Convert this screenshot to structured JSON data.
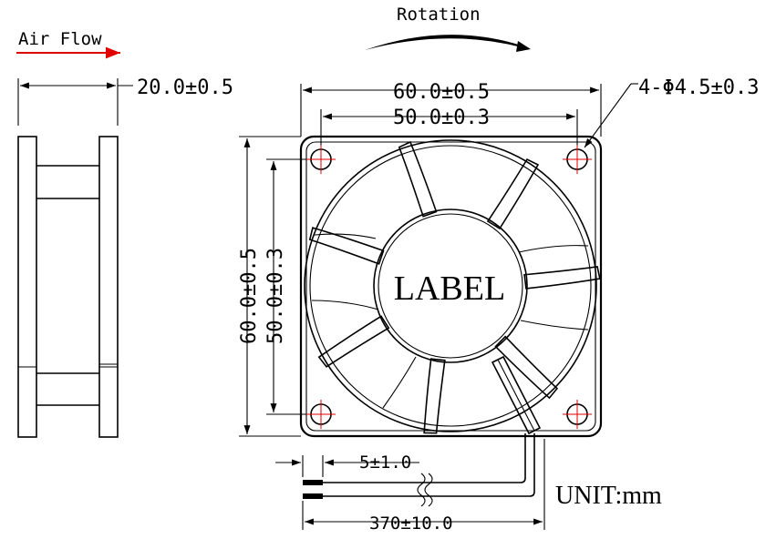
{
  "labels": {
    "air_flow": "Air Flow",
    "rotation": "Rotation",
    "depth": "20.0±0.5",
    "width_outer": "60.0±0.5",
    "width_hole_pitch": "50.0±0.3",
    "height_outer": "60.0±0.5",
    "height_hole_pitch": "50.0±0.3",
    "holes": "4-Φ4.5±0.3",
    "hub_label": "LABEL",
    "strip_length": "5±1.0",
    "lead_length": "370±10.0",
    "unit": "UNIT:mm"
  },
  "colors": {
    "line": "#000000",
    "airflow_arrow": "#e00000",
    "hole_center_marks": "#e00000"
  }
}
